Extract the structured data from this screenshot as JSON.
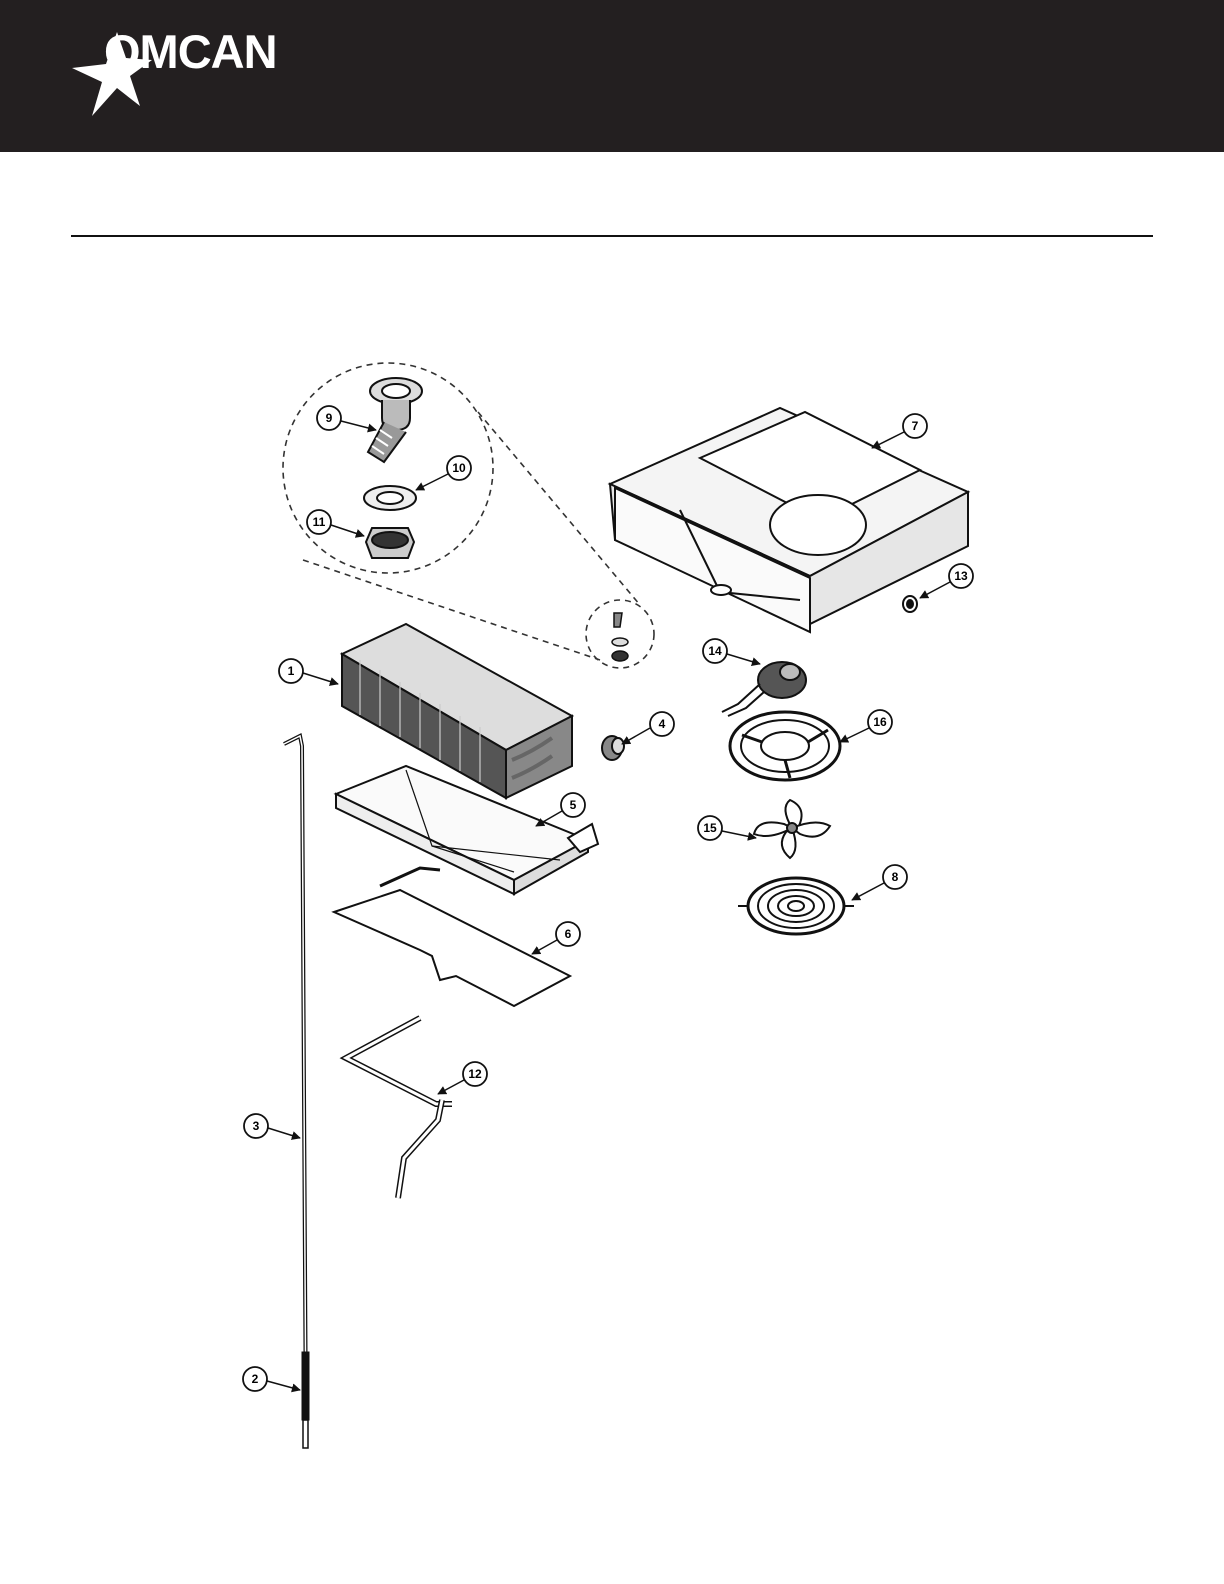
{
  "brand": {
    "name": "OMCAN",
    "icon": "star-logo-icon",
    "colors": {
      "header_bg": "#231f20",
      "logo": "#ffffff",
      "line": "#111111"
    }
  },
  "diagram": {
    "callouts": [
      "1",
      "2",
      "3",
      "4",
      "5",
      "6",
      "7",
      "8",
      "9",
      "10",
      "11",
      "12",
      "13",
      "14",
      "15",
      "16"
    ]
  }
}
